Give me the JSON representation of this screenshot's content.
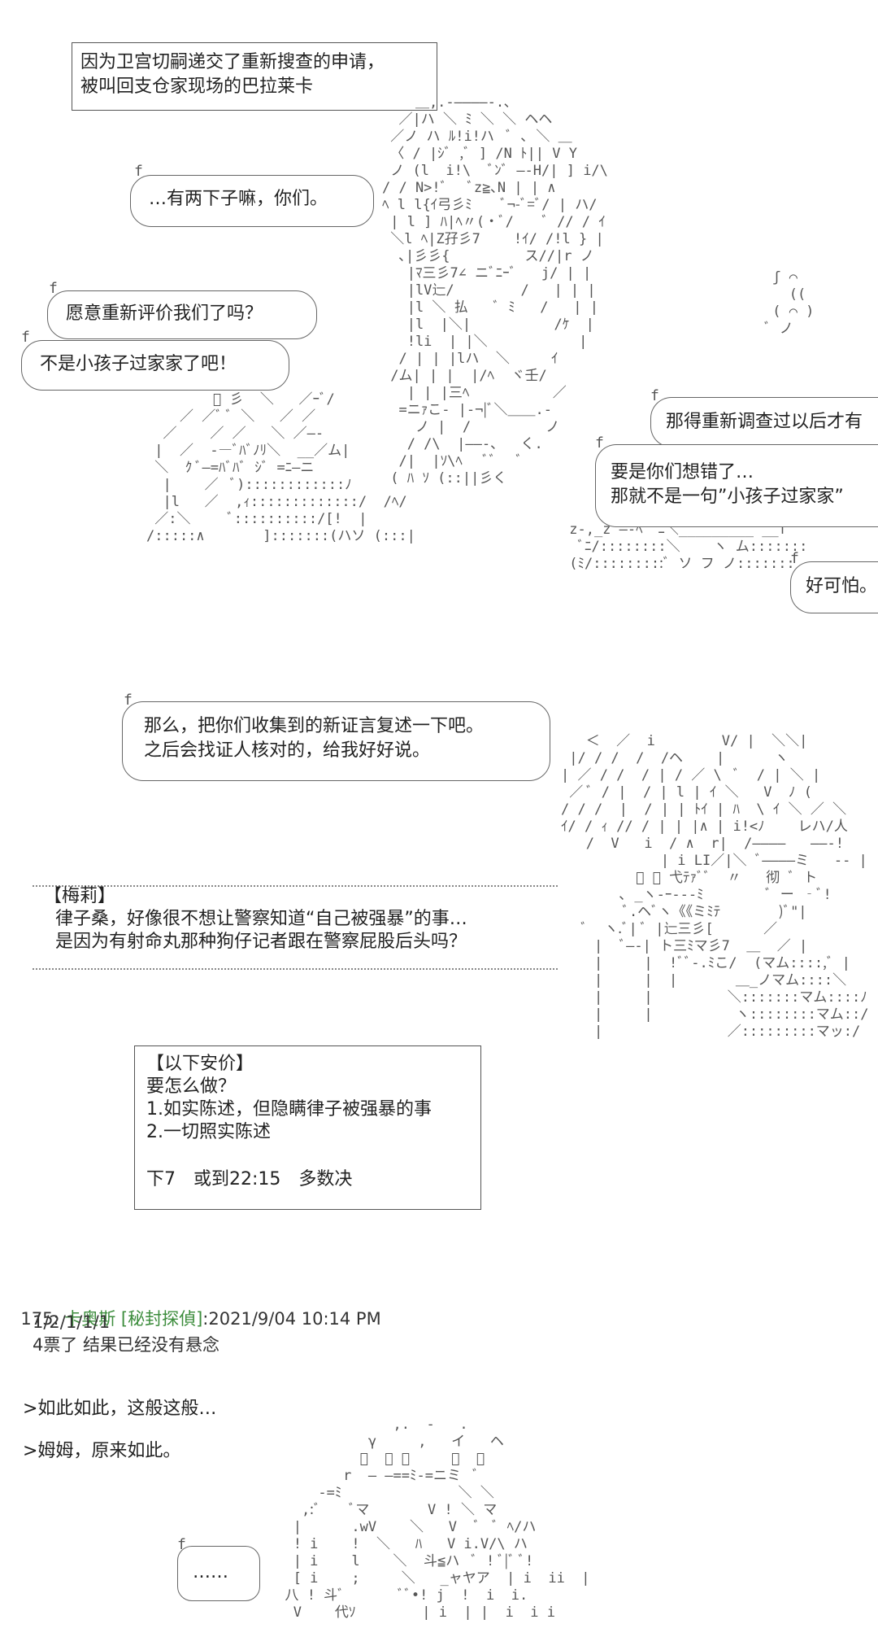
{
  "panel1": {
    "narration": [
      "因为卫宫切嗣递交了重新搜查的申请，",
      "被叫回支仓家现场的巴拉莱卡"
    ],
    "bubble_a": "…有两下子嘛，你们。",
    "bubble_b": "愿意重新评价我们了吗？",
    "bubble_c": "不是小孩子过家家了吧！",
    "bubble_d": "那得重新调查过以后才有",
    "bubble_e": [
      "要是你们想错了…",
      "那就不是一句”小孩子过家家”"
    ],
    "bubble_f": "好可怕。"
  },
  "panel2": {
    "bubble_a": [
      "那么，把你们收集到的新证言复述一下吧。",
      "之后会找证人核对的，给我好好说。"
    ],
    "speaker": "【梅莉】",
    "dialog": [
      "律子桑，好像很不想让警察知道“自己被强暴”的事…",
      "是因为有射命丸那种狗仔记者跟在警察屁股后头吗？"
    ],
    "vote": [
      "【以下安价】",
      "要怎么做？",
      "1.如实陈述，但隐瞒律子被强暴的事",
      "2.一切照实陈述",
      "",
      "下7　或到22:15　多数决"
    ]
  },
  "post": {
    "number": "175",
    "name": "卡奥斯",
    "tag": "[秘封探偵]",
    "datetime": "2021/9/04 10:14 PM",
    "lines": [
      "1/2/1/1/1",
      "4票了 结果已经没有悬念"
    ]
  },
  "panel3": {
    "line1": ">如此如此，这般这般…",
    "line2": ">姆姆，原来如此。",
    "bubble": "……"
  }
}
